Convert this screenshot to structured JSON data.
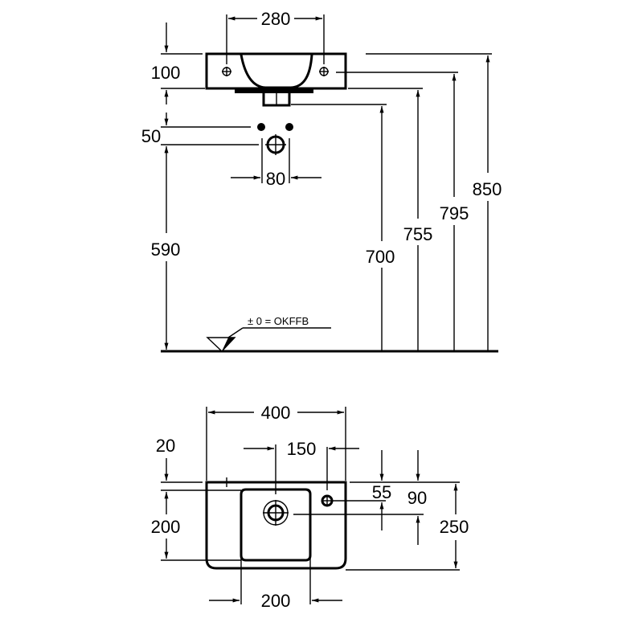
{
  "side_view": {
    "dims": {
      "hole_spacing": "280",
      "basin_height": "100",
      "supply_offset": "50",
      "supply_spacing": "80",
      "supply_height": "590",
      "trap_height": "700",
      "basin_bottom_height": "755",
      "tap_height": "795",
      "total_height": "850"
    },
    "floor_label": "± 0 = OKFFB"
  },
  "top_view": {
    "dims": {
      "width": "400",
      "drain_to_tap": "150",
      "rim_offset": "20",
      "bowl_depth": "200",
      "tap_offset": "55",
      "drain_offset": "90",
      "total_depth": "250",
      "bowl_width": "200"
    }
  }
}
